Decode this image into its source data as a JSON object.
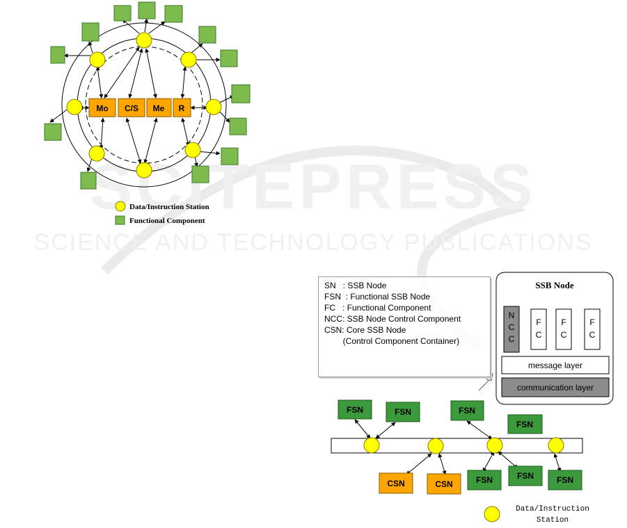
{
  "watermark": {
    "main": "SCITEPRESS",
    "sub": "SCIENCE AND TECHNOLOGY PUBLICATIONS"
  },
  "ring_diagram": {
    "core_components": [
      "Mo",
      "C/S",
      "Me",
      "R"
    ],
    "legend": {
      "station": "Data/Instruction Station",
      "component": "Functional Component"
    }
  },
  "definitions": [
    "SN   : SSB Node",
    "FSN  : Functional SSB Node",
    "FC   : Functional Component",
    "NCC: SSB Node Control Component",
    "CSN: Core SSB Node",
    "        (Control Component Container)"
  ],
  "ssb_node": {
    "title": "SSB Node",
    "ncc": [
      "N",
      "C",
      "C"
    ],
    "fc": [
      "F",
      "C"
    ],
    "message_layer": "message layer",
    "communication_layer": "communication layer"
  },
  "bus_diagram": {
    "fsn_label": "FSN",
    "csn_label": "CSN",
    "legend_line1": "Data/Instruction",
    "legend_line2": "Station"
  },
  "colors": {
    "station": "#ffff00",
    "component": "#7dbb4e",
    "core": "#ffa500",
    "fsn": "#3c9a3c",
    "csn": "#ffa500",
    "ncc": "#8c8c8c",
    "comm_layer": "#8c8c8c"
  }
}
